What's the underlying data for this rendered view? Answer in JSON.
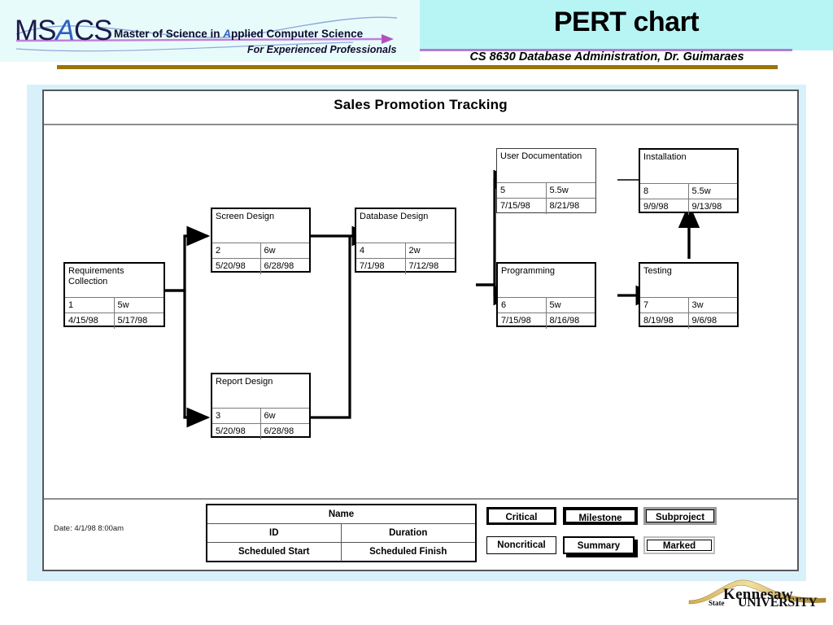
{
  "header": {
    "title": "PERT chart",
    "subtitle": "CS 8630 Database Administration, Dr. Guimaraes",
    "logo": {
      "acronym_ms": "MS",
      "acronym_a": "A",
      "acronym_cs": "CS",
      "tagline_pre": "Master of Science in ",
      "tagline_a": "A",
      "tagline_post": "pplied Computer Science",
      "tagline2": "For Experienced Professionals"
    }
  },
  "chart_data": {
    "type": "diagram",
    "title": "Sales Promotion Tracking",
    "diagram_kind": "pert-network",
    "date_label": "Date: 4/1/98 8:00am",
    "nodes": [
      {
        "id": "1",
        "name": "Requirements Collection",
        "duration": "5w",
        "start": "4/15/98",
        "finish": "5/17/98",
        "style": "critical"
      },
      {
        "id": "2",
        "name": "Screen Design",
        "duration": "6w",
        "start": "5/20/98",
        "finish": "6/28/98",
        "style": "critical"
      },
      {
        "id": "3",
        "name": "Report Design",
        "duration": "6w",
        "start": "5/20/98",
        "finish": "6/28/98",
        "style": "critical"
      },
      {
        "id": "4",
        "name": "Database Design",
        "duration": "2w",
        "start": "7/1/98",
        "finish": "7/12/98",
        "style": "critical"
      },
      {
        "id": "5",
        "name": "User Documentation",
        "duration": "5.5w",
        "start": "7/15/98",
        "finish": "8/21/98",
        "style": "noncritical"
      },
      {
        "id": "6",
        "name": "Programming",
        "duration": "5w",
        "start": "7/15/98",
        "finish": "8/16/98",
        "style": "critical"
      },
      {
        "id": "7",
        "name": "Testing",
        "duration": "3w",
        "start": "8/19/98",
        "finish": "9/6/98",
        "style": "critical"
      },
      {
        "id": "8",
        "name": "Installation",
        "duration": "5.5w",
        "start": "9/9/98",
        "finish": "9/13/98",
        "style": "critical"
      }
    ],
    "edges": [
      {
        "from": "1",
        "to": "2",
        "weight": "critical"
      },
      {
        "from": "1",
        "to": "3",
        "weight": "critical"
      },
      {
        "from": "2",
        "to": "4",
        "weight": "critical"
      },
      {
        "from": "3",
        "to": "4",
        "weight": "critical"
      },
      {
        "from": "4",
        "to": "5",
        "weight": "critical"
      },
      {
        "from": "4",
        "to": "6",
        "weight": "critical"
      },
      {
        "from": "5",
        "to": "8",
        "weight": "noncritical"
      },
      {
        "from": "6",
        "to": "7",
        "weight": "critical"
      },
      {
        "from": "7",
        "to": "8",
        "weight": "critical"
      }
    ]
  },
  "key": {
    "name": "Name",
    "id": "ID",
    "duration": "Duration",
    "scheduled_start": "Scheduled Start",
    "scheduled_finish": "Scheduled Finish"
  },
  "legend": [
    {
      "label": "Critical",
      "style": "critical"
    },
    {
      "label": "Milestone",
      "style": "milestone"
    },
    {
      "label": "Subproject",
      "style": "subproject"
    },
    {
      "label": "Noncritical",
      "style": "noncritical"
    },
    {
      "label": "Summary",
      "style": "summary"
    },
    {
      "label": "Marked",
      "style": "marked"
    }
  ],
  "footer": {
    "ksu_line1": "Kennesaw",
    "ksu_state": "State",
    "ksu_university": "UNIVERSITY"
  },
  "colors": {
    "slide_bg": "#d8f0fa",
    "header_band": "#b7f5f5",
    "gold_rule": "#9a7408",
    "purple_rule": "#b07fd0"
  }
}
